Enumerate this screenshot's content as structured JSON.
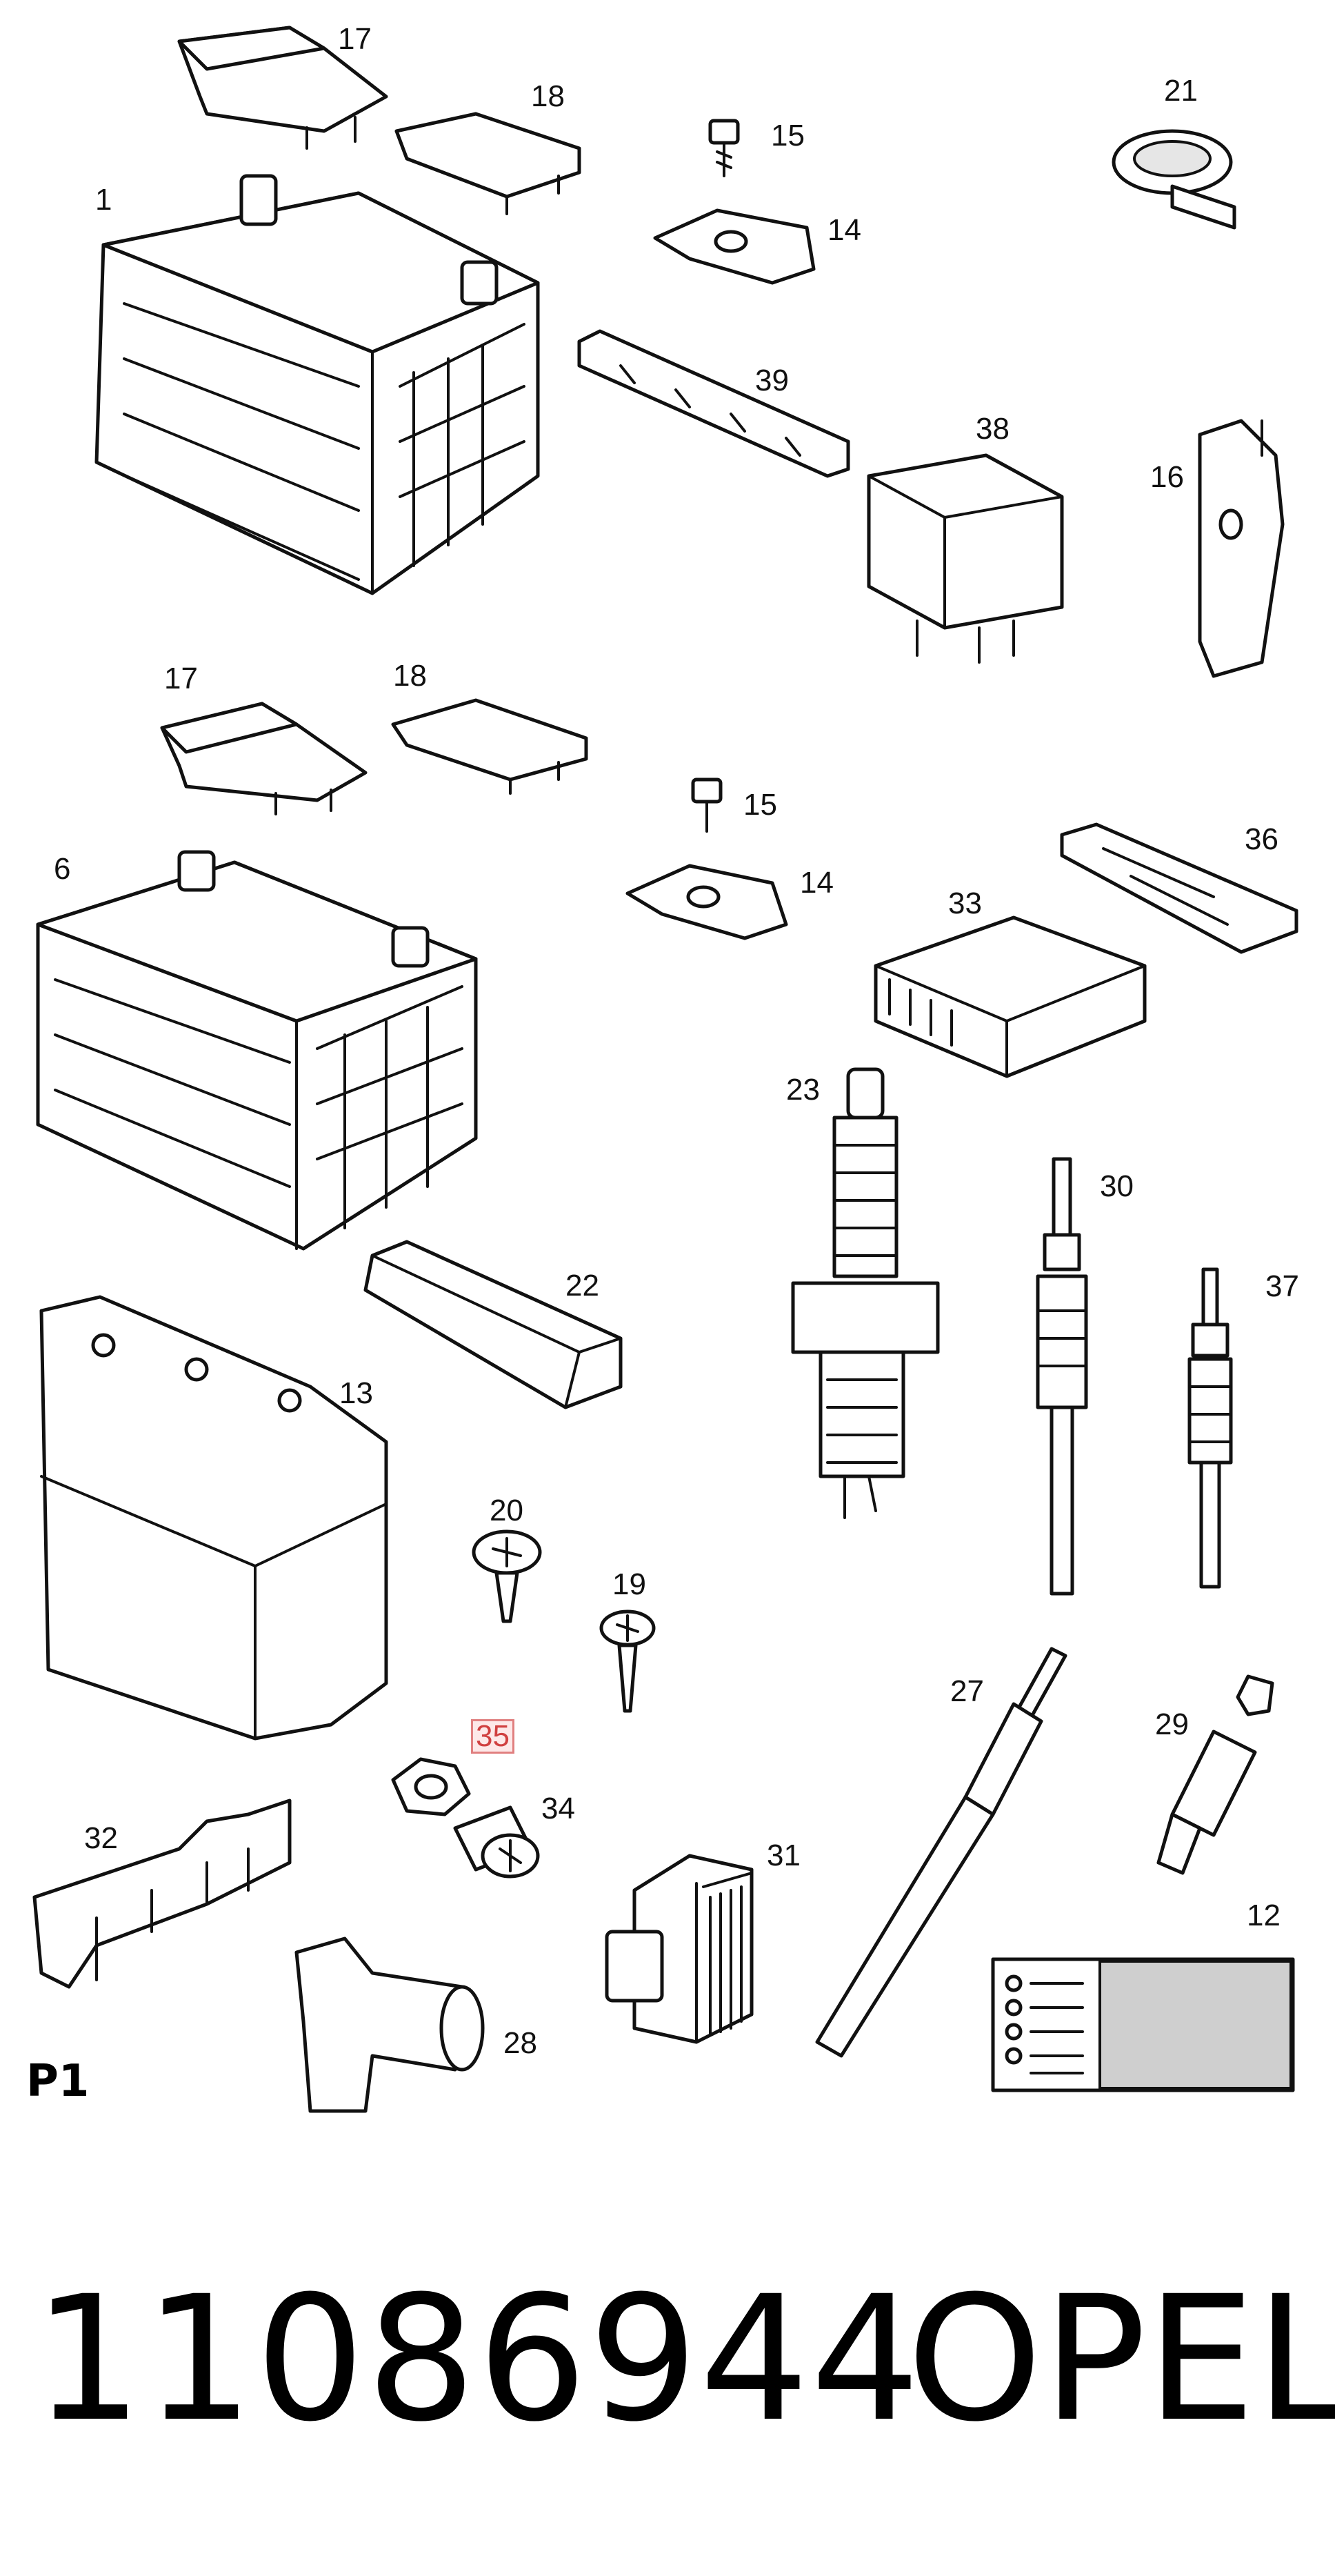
{
  "diagram": {
    "callouts": {
      "c1": "1",
      "c6": "6",
      "c12": "12",
      "c13": "13",
      "c14a": "14",
      "c14b": "14",
      "c15a": "15",
      "c15b": "15",
      "c16": "16",
      "c17a": "17",
      "c17b": "17",
      "c18a": "18",
      "c18b": "18",
      "c19": "19",
      "c20": "20",
      "c21": "21",
      "c22": "22",
      "c23": "23",
      "c27": "27",
      "c28": "28",
      "c29": "29",
      "c30": "30",
      "c31": "31",
      "c32": "32",
      "c33": "33",
      "c34": "34",
      "c35": "35",
      "c36": "36",
      "c37": "37",
      "c38": "38",
      "c39": "39"
    },
    "highlighted_callout": "35",
    "highlight_color": "#e08080",
    "section_label": "P1"
  },
  "footer": {
    "part_number": "11086944",
    "brand": "OPEL"
  }
}
